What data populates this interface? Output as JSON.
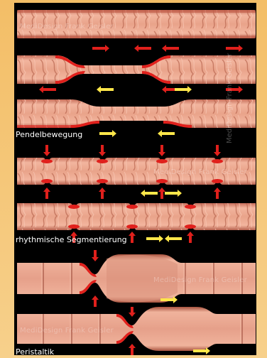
{
  "labels": {
    "pendel": "Pendelbewegung",
    "segment": "rhythmische Segmentierung",
    "peristaltik": "Peristaltik"
  },
  "watermarks": {
    "w1": "MediDesign Frank Geisler",
    "w2": "MediDesign Frank Geisler",
    "w3": "MediDesign Frank Geisler",
    "w4": "MediDesign Frank Geisler",
    "vertical": "MediDesign Frank Geisler"
  },
  "colors": {
    "background": "#f6c97b",
    "panel": "#000000",
    "tissue": "#e8a48c",
    "contraction": "#e0201c",
    "arrow_red": "#e0201c",
    "arrow_yellow": "#ffe74a"
  }
}
